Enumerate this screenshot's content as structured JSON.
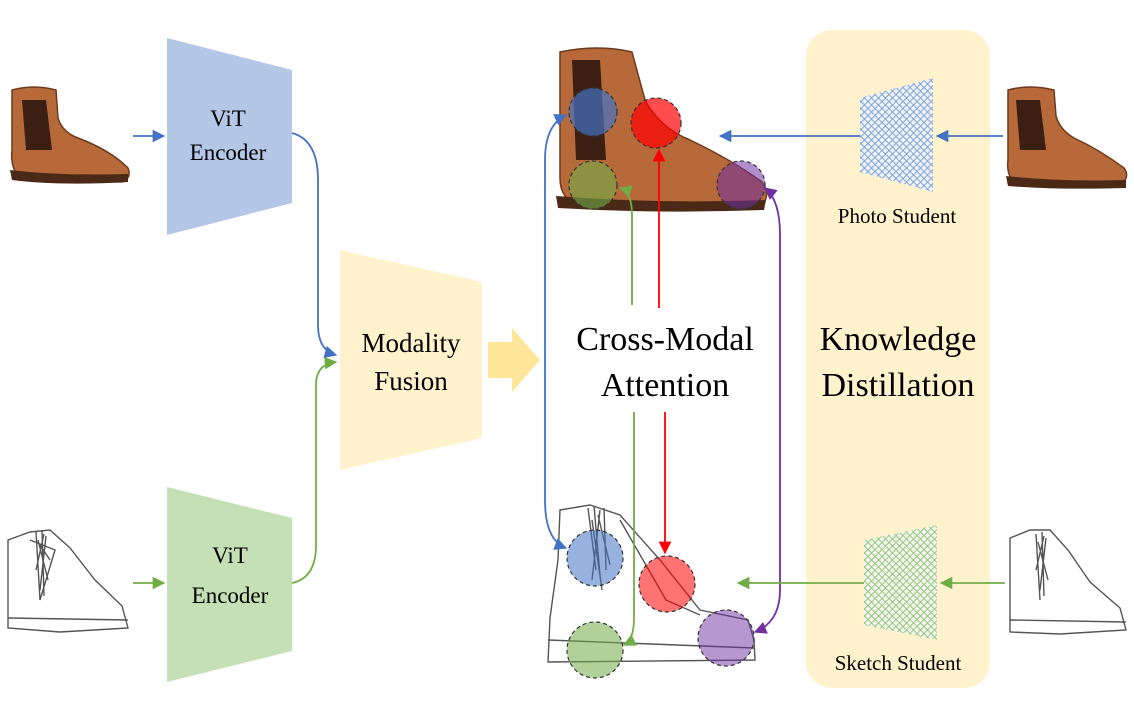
{
  "encoders": {
    "photo": {
      "line1": "ViT",
      "line2": "Encoder"
    },
    "sketch": {
      "line1": "ViT",
      "line2": "Encoder"
    }
  },
  "fusion": {
    "line1": "Modality",
    "line2": "Fusion"
  },
  "attention": {
    "line1": "Cross-Modal",
    "line2": "Attention"
  },
  "distillation": {
    "line1": "Knowledge",
    "line2": "Distillation"
  },
  "students": {
    "photo": "Photo Student",
    "sketch": "Sketch Student"
  },
  "colors": {
    "photo_encoder": "#b4c7e7",
    "sketch_encoder": "#c5e0b4",
    "fusion": "#fff2cc",
    "fusion_arrow": "#ffe699",
    "distill_panel": "#fff2cc",
    "blue": "#4472c4",
    "green": "#70ad47",
    "red": "#ff0000",
    "purple": "#7030a0",
    "boot": "#b8693a"
  }
}
